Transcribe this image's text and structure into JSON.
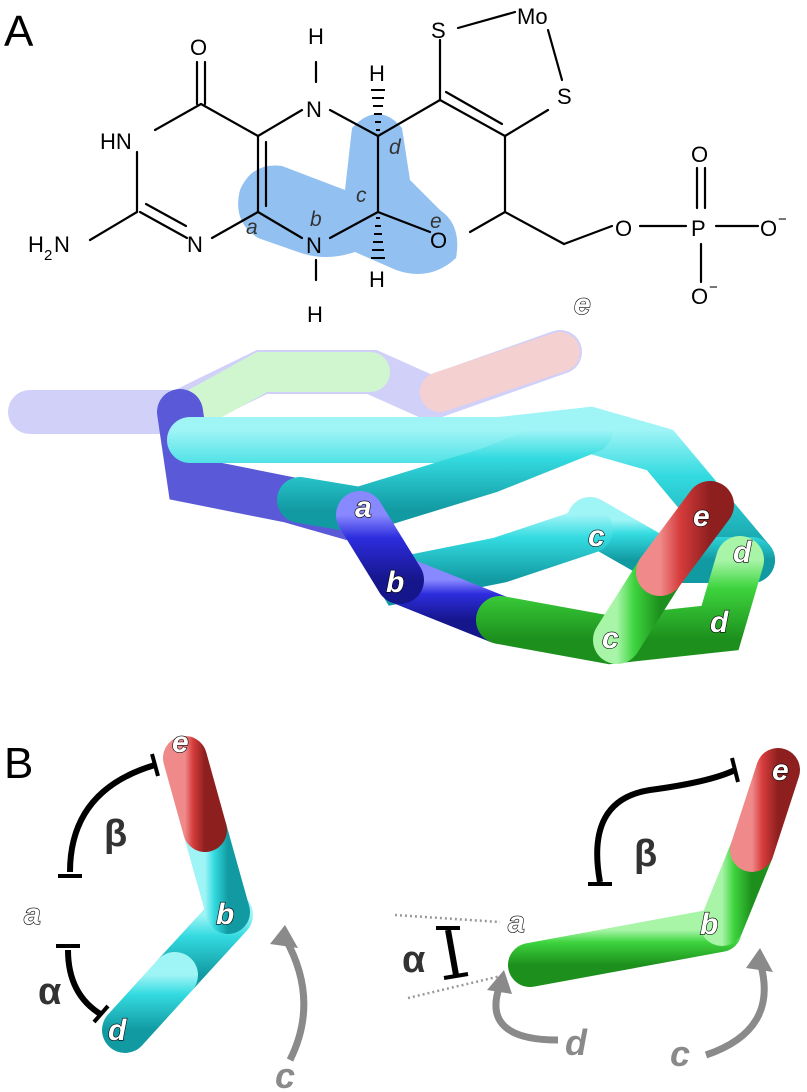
{
  "panels": {
    "a": "A",
    "b": "B"
  },
  "structure": {
    "atoms": {
      "o_top": "O",
      "nh_top": "H",
      "n_top": "N",
      "hn": "HN",
      "h2n_h": "H",
      "h2n_2": "2",
      "h2n_n": "N",
      "n_ring": "N",
      "n_mid": "N",
      "h_mid": "H",
      "h_d": "H",
      "h_c": "H",
      "o_ring": "O",
      "s_left": "S",
      "s_right": "S",
      "mo": "Mo",
      "o_link": "O",
      "p": "P",
      "o_p_top": "O",
      "o_p_right": "O",
      "o_p_bottom": "O",
      "minus": "−"
    },
    "position_labels": {
      "a": "a",
      "b": "b",
      "c": "c",
      "d": "d",
      "e": "e"
    }
  },
  "model_3d_labels": {
    "cyan_a": "a",
    "cyan_c": "c",
    "cyan_d": "d",
    "cyan_e": "e",
    "blue_b": "b",
    "green_c": "c",
    "green_d": "d",
    "green_e": "e"
  },
  "panel_b": {
    "left": {
      "a": "a",
      "b": "b",
      "d": "d",
      "e": "e",
      "alpha": "α",
      "beta": "β",
      "c_arrow": "c"
    },
    "right": {
      "a": "a",
      "b": "b",
      "e": "e",
      "alpha": "α",
      "beta": "β",
      "d_arrow": "d",
      "c_arrow": "c"
    }
  },
  "colors": {
    "cyan": "#2fd4d8",
    "blue": "#2a2ad0",
    "green": "#3ccc3c",
    "red": "#d23a3a",
    "highlight": "#7fb6ee",
    "grey_arrow": "#8a8a8a"
  }
}
